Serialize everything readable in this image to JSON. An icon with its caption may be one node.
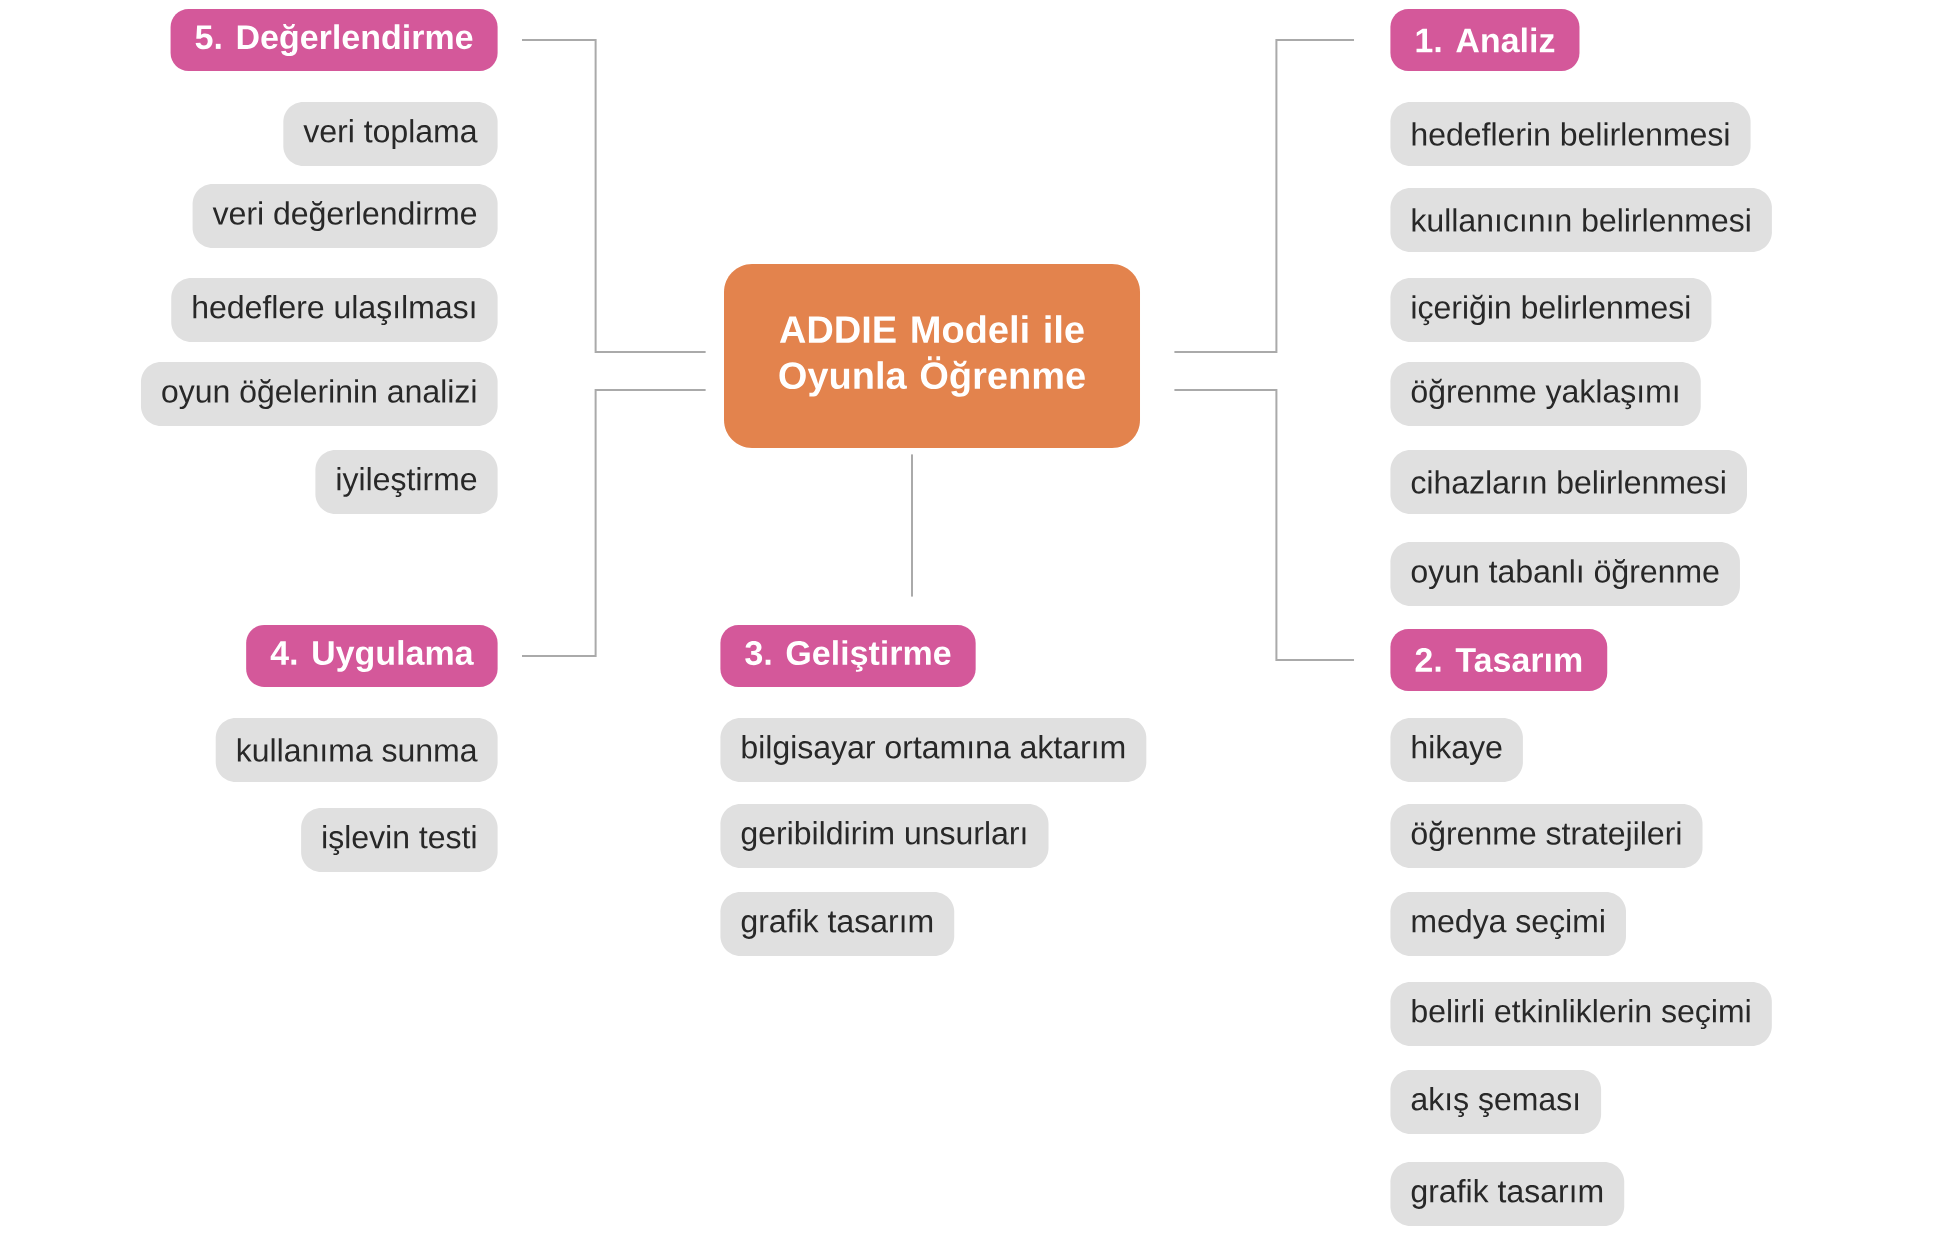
{
  "diagram": {
    "nodes": [
      {
        "text": [
          "ADDIE Modeli ile Oyunla Öğrenme"
        ]
      },
      {
        "text": [
          "1. Analiz"
        ]
      },
      {
        "text": [
          "hedeflerin belirlenmesi"
        ]
      },
      {
        "text": [
          "kullanıcının belirlenmesi"
        ]
      },
      {
        "text": [
          "içeriğin belirlenmesi"
        ]
      },
      {
        "text": [
          "öğrenme yaklaşımı"
        ]
      },
      {
        "text": [
          "cihazların belirlenmesi"
        ]
      },
      {
        "text": [
          "oyun tabanlı öğrenme"
        ]
      },
      {
        "text": [
          "2. Tasarım"
        ]
      },
      {
        "text": [
          "hikaye"
        ]
      },
      {
        "text": [
          "öğrenme stratejileri"
        ]
      },
      {
        "text": [
          "medya seçimi"
        ]
      },
      {
        "text": [
          "belirli etkinliklerin seçimi"
        ]
      },
      {
        "text": [
          "akış şeması"
        ]
      },
      {
        "text": [
          "grafik tasarım"
        ]
      },
      {
        "text": [
          "3. Geliştirme"
        ]
      },
      {
        "text": [
          "bilgisayar ortamına aktarım"
        ]
      },
      {
        "text": [
          "geribildirim unsurları"
        ]
      },
      {
        "text": [
          "grafik tasarım"
        ]
      },
      {
        "text": [
          "4. Uygulama"
        ]
      },
      {
        "text": [
          "kullanıma sunma"
        ]
      },
      {
        "text": [
          "işlevin testi"
        ]
      },
      {
        "text": [
          "5. Değerlendirme"
        ]
      },
      {
        "text": [
          "veri toplama"
        ]
      },
      {
        "text": [
          "veri değerlendirme"
        ]
      },
      {
        "text": [
          "hedeflere ulaşılması"
        ]
      },
      {
        "text": [
          "oyun öğelerinin analizi"
        ]
      },
      {
        "text": [
          "iyileştirme"
        ]
      }
    ],
    "edges": [
      {
        "from": 0,
        "to": 1,
        "arrow": "none"
      },
      {
        "from": 0,
        "to": 8,
        "arrow": "none"
      },
      {
        "from": 0,
        "to": 15,
        "arrow": "none"
      },
      {
        "from": 0,
        "to": 19,
        "arrow": "none"
      },
      {
        "from": 0,
        "to": 22,
        "arrow": "none"
      }
    ]
  }
}
